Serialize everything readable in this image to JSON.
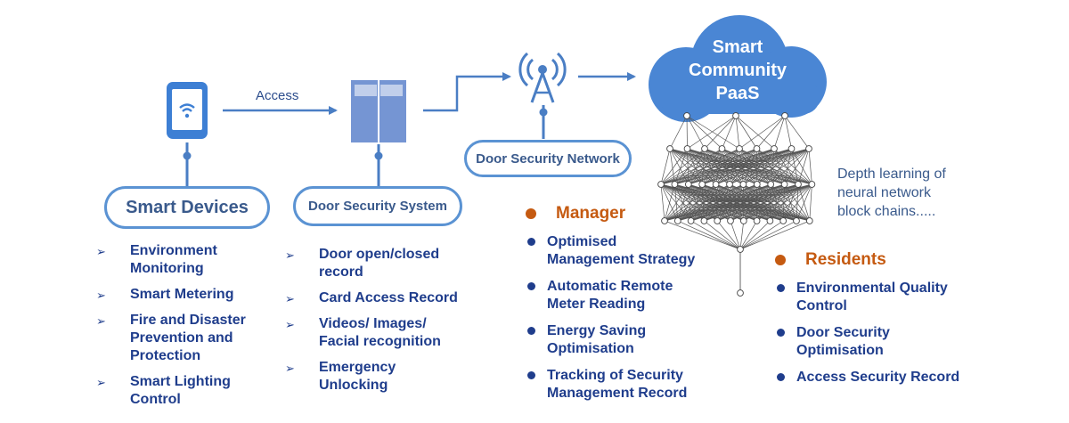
{
  "access_label": "Access",
  "cloud": {
    "lines": [
      "Smart",
      "Community",
      "PaaS"
    ]
  },
  "network_label": "Door Security Network",
  "depth_text": [
    "Depth learning of",
    "neural network",
    "block chains....."
  ],
  "smart_devices": {
    "title": "Smart Devices",
    "items": [
      [
        "Environment",
        "Monitoring"
      ],
      [
        "Smart Metering"
      ],
      [
        "Fire and Disaster",
        "Prevention and",
        "Protection"
      ],
      [
        "Smart Lighting",
        "Control"
      ]
    ]
  },
  "door_system": {
    "title": "Door Security System",
    "items": [
      [
        "Door open/closed",
        "record"
      ],
      [
        "Card Access Record"
      ],
      [
        "Videos/ Images/",
        "Facial recognition"
      ],
      [
        "Emergency",
        "Unlocking"
      ]
    ]
  },
  "manager": {
    "title": "Manager",
    "items": [
      [
        "Optimised",
        "Management Strategy"
      ],
      [
        "Automatic Remote",
        "Meter Reading"
      ],
      [
        "Energy Saving",
        "Optimisation"
      ],
      [
        "Tracking of Security",
        "Management Record"
      ]
    ]
  },
  "residents": {
    "title": "Residents",
    "items": [
      [
        "Environmental Quality",
        "Control"
      ],
      [
        "Door Security",
        "Optimisation"
      ],
      [
        "Access Security Record"
      ]
    ]
  },
  "colors": {
    "accent": "#4a7ec4",
    "text": "#1f3d8c",
    "orange": "#c55a11",
    "cloud": "#4a86d4"
  },
  "icons": [
    "smartphone-wifi-icon",
    "door-icon",
    "antenna-tower-icon",
    "cloud-icon",
    "neural-network-icon"
  ]
}
